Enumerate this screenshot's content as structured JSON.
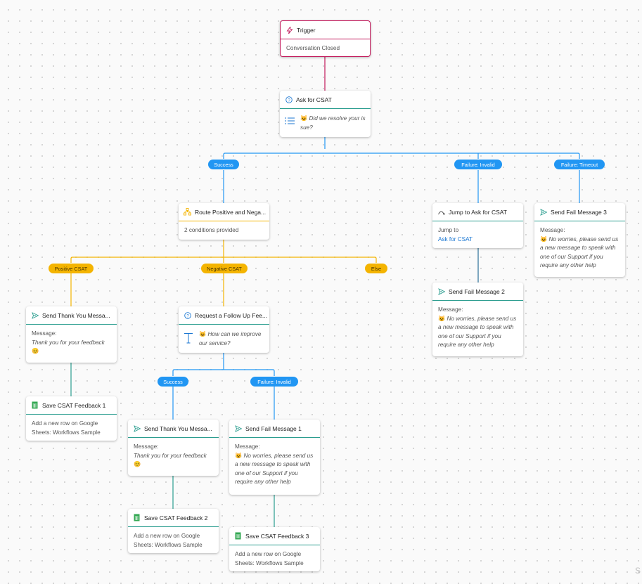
{
  "colors": {
    "trigger_accent": "#c2185b",
    "branch_blue": "#2196f3",
    "branch_yellow": "#f4b400",
    "node_divider": "#2a9d8f",
    "link": "#1976d2"
  },
  "nodes": {
    "trigger": {
      "title": "Trigger",
      "body": "Conversation Closed",
      "icon": "lightning-icon"
    },
    "ask_csat": {
      "title": "Ask for CSAT",
      "question": "Did we resolve your is sue?",
      "icon": "question-circle-icon",
      "body_icon": "list-icon"
    },
    "route": {
      "title": "Route Positive and Nega...",
      "body": "2 conditions provided",
      "icon": "route-icon"
    },
    "jump": {
      "title": "Jump to Ask for CSAT",
      "body_label": "Jump to",
      "body_link": "Ask for CSAT",
      "icon": "jump-icon"
    },
    "fail3": {
      "title": "Send Fail Message 3",
      "label": "Message:",
      "message": "No worries, please send us a new message to speak with one of our Support if you require any other help",
      "icon": "send-icon"
    },
    "fail2": {
      "title": "Send Fail Message 2",
      "label": "Message:",
      "message": "No worries, please send us a new message to speak with one of our Support if you require any other help",
      "icon": "send-icon"
    },
    "thanks1": {
      "title": "Send Thank You Messa...",
      "label": "Message:",
      "message": "Thank you for your feedback",
      "icon": "send-icon"
    },
    "followup": {
      "title": "Request a Follow Up Fee...",
      "question": "How can we improve our service?",
      "icon": "question-circle-icon",
      "body_icon": "text-icon"
    },
    "save1": {
      "title": "Save CSAT Feedback 1",
      "body": "Add a new row on Google Sheets: Workflows Sample",
      "icon": "sheets-icon"
    },
    "thanks2": {
      "title": "Send Thank You Messa...",
      "label": "Message:",
      "message": "Thank you for your feedback",
      "icon": "send-icon"
    },
    "fail1": {
      "title": "Send Fail Message 1",
      "label": "Message:",
      "message": "No worries, please send us a new message to speak with one of our Support if you require any other help",
      "icon": "send-icon"
    },
    "save2": {
      "title": "Save CSAT Feedback 2",
      "body": "Add a new row on Google Sheets: Workflows Sample",
      "icon": "sheets-icon"
    },
    "save3": {
      "title": "Save CSAT Feedback 3",
      "body": "Add a new row on Google Sheets: Workflows Sample",
      "icon": "sheets-icon"
    }
  },
  "branches": {
    "success_1": "Success",
    "failure_invalid_1": "Failure: Invalid",
    "failure_timeout": "Failure: Timeout",
    "positive_csat": "Positive CSAT",
    "negative_csat": "Negative CSAT",
    "else": "Else",
    "success_2": "Success",
    "failure_invalid_2": "Failure: Invalid"
  },
  "watermark": "S"
}
